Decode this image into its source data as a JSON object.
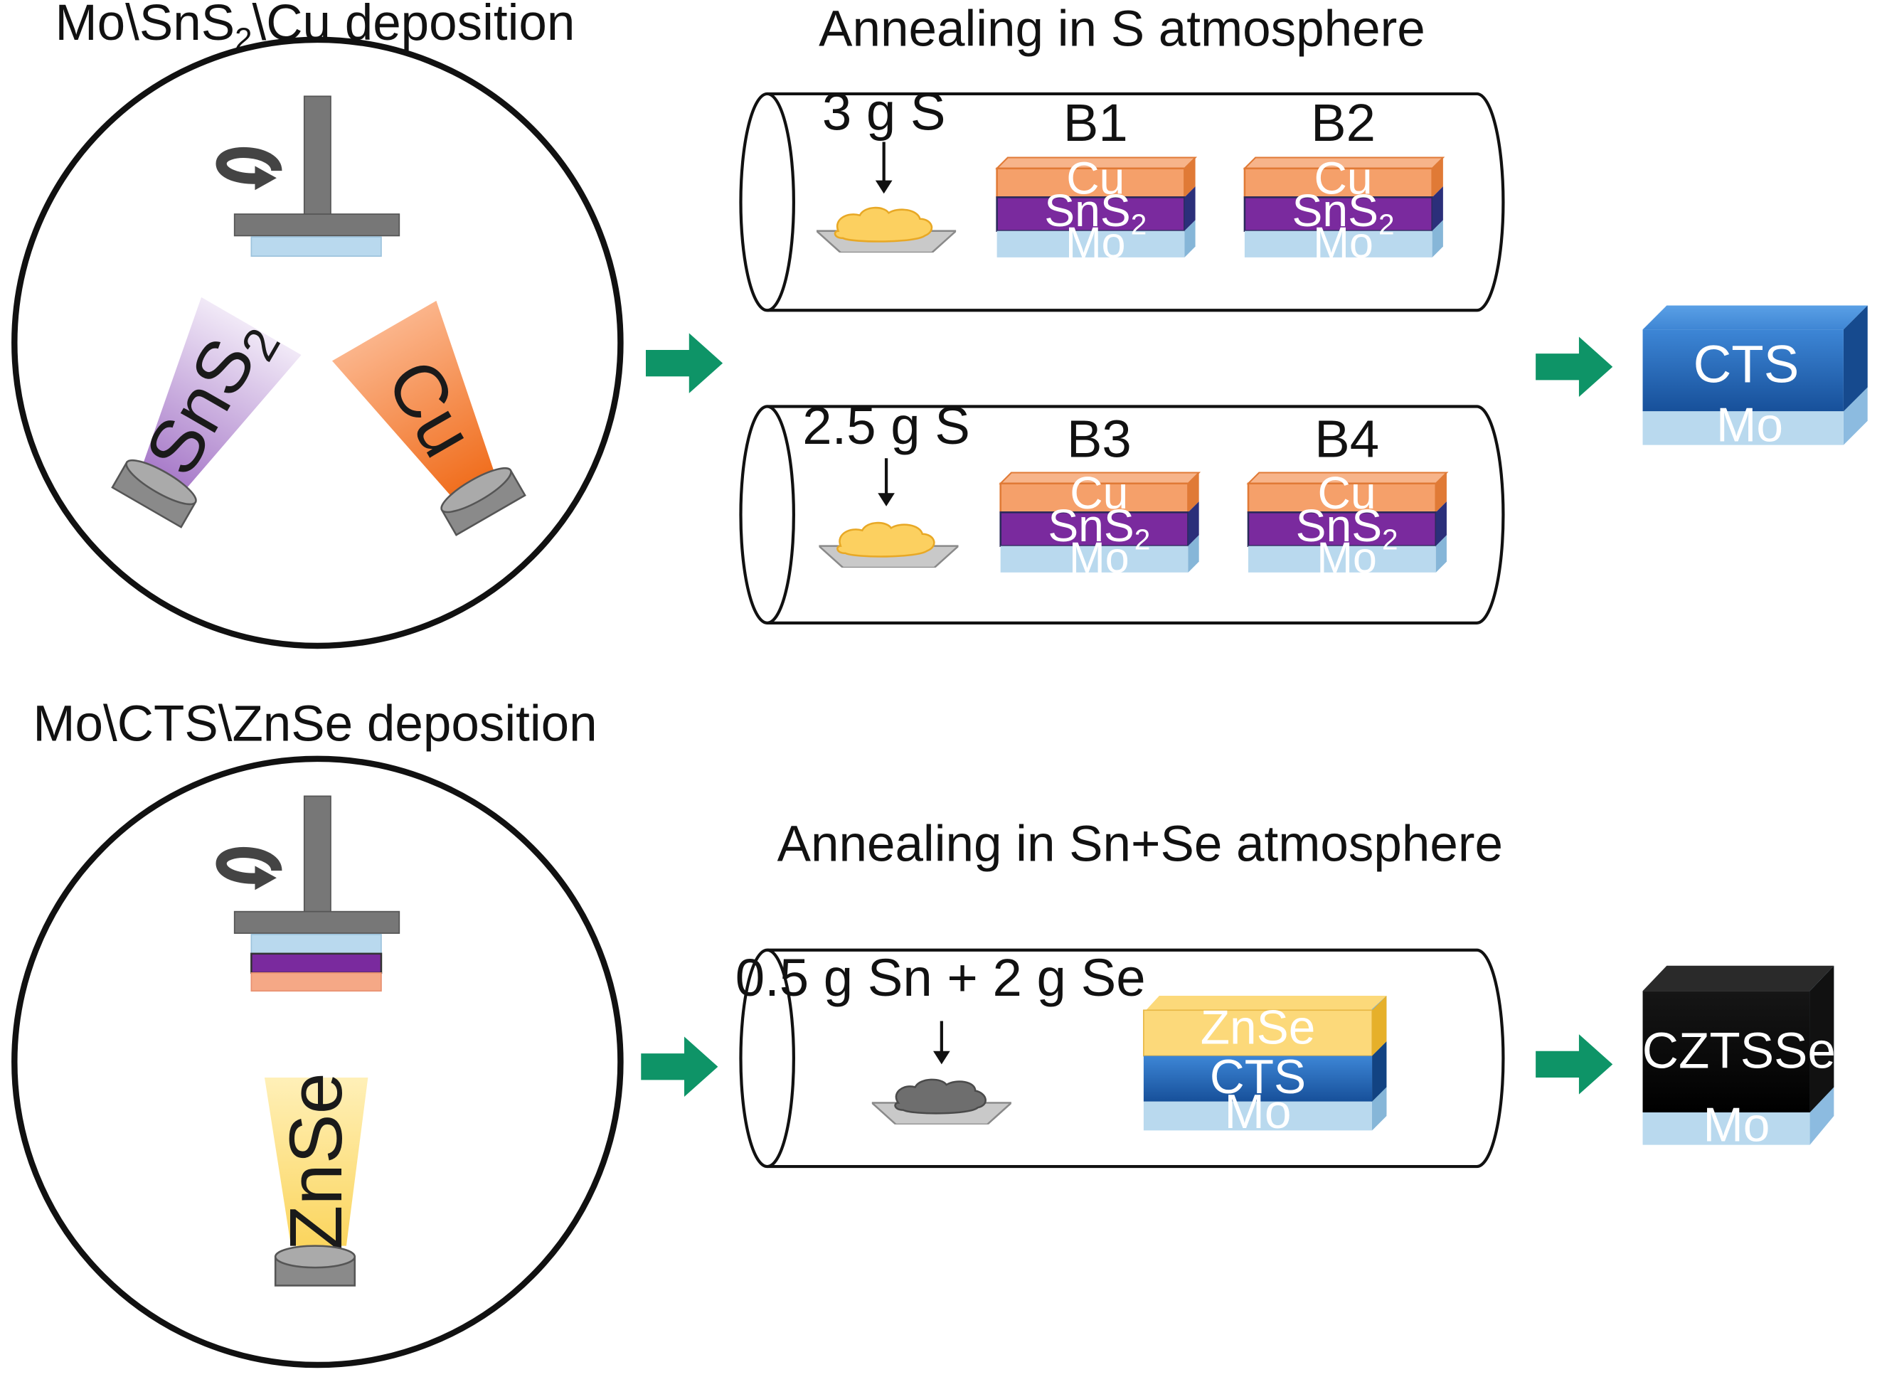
{
  "deposition_1": {
    "title_prefix": "Mo\\SnS",
    "title_sub": "2",
    "title_suffix": "\\Cu deposition",
    "source_a": {
      "label": "SnS",
      "label_sub": "2"
    },
    "source_b": {
      "label": "Cu"
    }
  },
  "deposition_2": {
    "title": "Mo\\CTS\\ZnSe deposition",
    "source": {
      "label": "ZnSe"
    }
  },
  "annealing_1": {
    "title": "Annealing in S atmosphere",
    "tube_1": {
      "amount": "3 g S",
      "samples": [
        {
          "name": "B1",
          "top": "Cu",
          "mid": "SnS",
          "mid_sub": "2",
          "bottom": "Mo"
        },
        {
          "name": "B2",
          "top": "Cu",
          "mid": "SnS",
          "mid_sub": "2",
          "bottom": "Mo"
        }
      ]
    },
    "tube_2": {
      "amount": "2.5 g S",
      "samples": [
        {
          "name": "B3",
          "top": "Cu",
          "mid": "SnS",
          "mid_sub": "2",
          "bottom": "Mo"
        },
        {
          "name": "B4",
          "top": "Cu",
          "mid": "SnS",
          "mid_sub": "2",
          "bottom": "Mo"
        }
      ]
    }
  },
  "annealing_2": {
    "title": "Annealing in Sn+Se atmosphere",
    "amount": "0.5 g Sn + 2 g Se",
    "stack": {
      "top": "ZnSe",
      "mid": "CTS",
      "bottom": "Mo"
    }
  },
  "result_1": {
    "label": "CTS",
    "substrate": "Mo"
  },
  "result_2": {
    "label": "CZTSSe",
    "substrate": "Mo"
  },
  "colors": {
    "arrow": "#0e9467",
    "cu": "#f5a06a",
    "sns2": "#7a2a9e",
    "mo": "#b9d9ee",
    "cts": "#1f66b8",
    "znse": "#fbd678",
    "czts": "#050505"
  }
}
